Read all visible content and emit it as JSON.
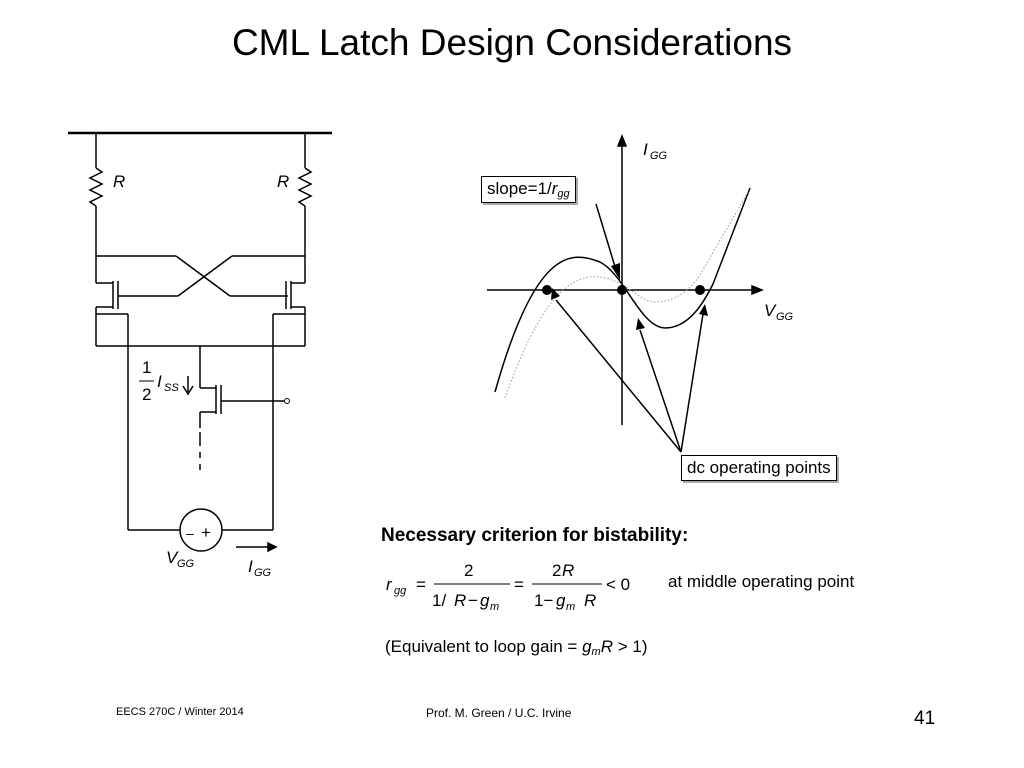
{
  "slide": {
    "title": "CML Latch Design Considerations",
    "footer_course": "EECS 270C / Winter 2014",
    "footer_author": "Prof. M. Green / U.C. Irvine",
    "page_number": "41"
  },
  "circuit": {
    "r_left": "R",
    "r_right": "R",
    "iss_num": "1",
    "iss_den": "2",
    "iss_label": "I",
    "iss_sub": "SS",
    "source_minus": "–",
    "source_plus": "+",
    "vgg_label": "V",
    "vgg_sub": "GG",
    "igg_label": "I",
    "igg_sub": "GG"
  },
  "graph": {
    "y_axis": "I",
    "y_sub": "GG",
    "x_axis": "V",
    "x_sub": "GG",
    "slope_text": "slope=1/",
    "slope_var": "r",
    "slope_sub": "gg",
    "dc_label": "dc operating points"
  },
  "criterion": {
    "heading": "Necessary criterion for bistability:",
    "eq_lhs": "r",
    "eq_lhs_sub": "gg",
    "eq_equals": "=",
    "eq_frac1_num": "2",
    "eq_frac1_den_a": "1/",
    "eq_frac1_den_b": "R",
    "eq_frac1_den_c": "−",
    "eq_frac1_den_d": "g",
    "eq_frac1_den_e": "m",
    "eq_frac2_num_a": "2",
    "eq_frac2_num_b": "R",
    "eq_frac2_den_a": "1−",
    "eq_frac2_den_b": "g",
    "eq_frac2_den_c": "m",
    "eq_frac2_den_d": "R",
    "eq_rhs": "< 0",
    "note": "at middle operating point",
    "equiv_text": "(Equivalent to loop gain = ",
    "equiv_g": "g",
    "equiv_m": "m",
    "equiv_R": "R",
    "equiv_rest": " > 1)"
  }
}
